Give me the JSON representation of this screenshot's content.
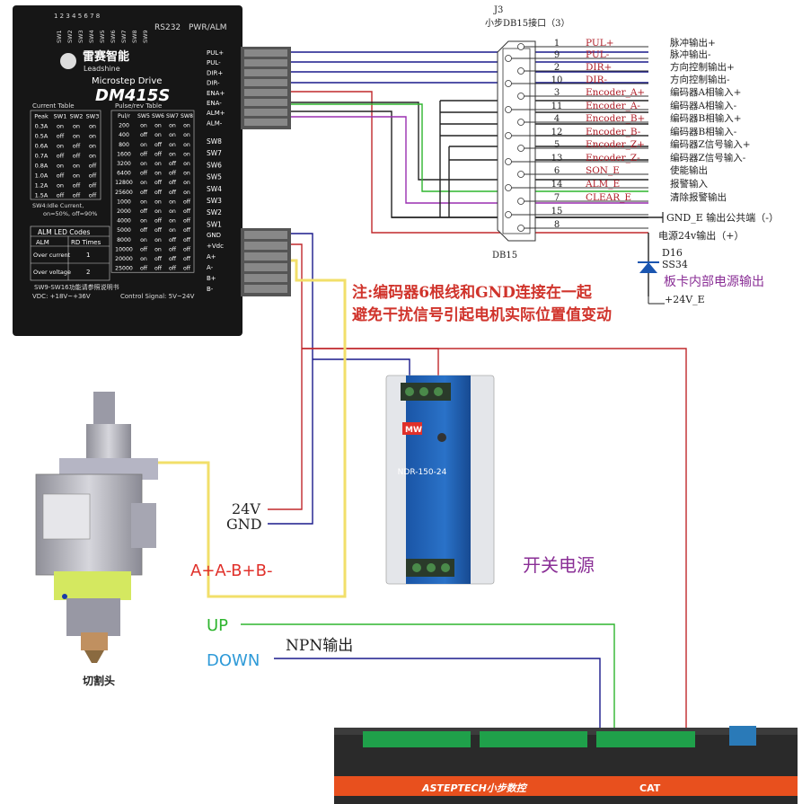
{
  "colors": {
    "blue_wire": "#1a1a8c",
    "red_wire": "#c0282c",
    "green_wire": "#2fb52f",
    "purple_wire": "#9a2fb0",
    "black_wire": "#222222",
    "yellow_wire": "#f2df6a",
    "note_red": "#d0342c",
    "ab_red": "#e0302a",
    "up_green": "#2fb52f",
    "down_blue": "#2e9ad8",
    "psu_purple": "#8a2f96",
    "driver_body": "#161616",
    "psu_blue": "#1f63b8",
    "controller_dark": "#2a2a2a",
    "controller_orange": "#e8501e"
  },
  "driver": {
    "brand_cn": "雷赛智能",
    "brand_en": "Leadshine",
    "product_line": "Microstep Drive",
    "model": "DM415S",
    "rs232": "RS232",
    "pwr_alm": "PWR/ALM",
    "sw_labels": [
      "SW1",
      "SW2",
      "SW3",
      "SW4",
      "SW5",
      "SW6",
      "SW7",
      "SW8",
      "SW9"
    ],
    "current_table_label": "Current Table",
    "pulse_table_label": "Pulse/rev Table",
    "current_headers": [
      "Peak",
      "SW1",
      "SW2",
      "SW3"
    ],
    "current_rows": [
      [
        "0.3A",
        "on",
        "on",
        "on"
      ],
      [
        "0.5A",
        "off",
        "on",
        "on"
      ],
      [
        "0.6A",
        "on",
        "off",
        "on"
      ],
      [
        "0.7A",
        "off",
        "off",
        "on"
      ],
      [
        "0.8A",
        "on",
        "on",
        "off"
      ],
      [
        "1.0A",
        "off",
        "on",
        "off"
      ],
      [
        "1.2A",
        "on",
        "off",
        "off"
      ],
      [
        "1.5A",
        "off",
        "off",
        "off"
      ]
    ],
    "pulse_headers": [
      "Pul/r",
      "SW5",
      "SW6",
      "SW7",
      "SW8"
    ],
    "pulse_rows": [
      [
        "200",
        "on",
        "on",
        "on",
        "on"
      ],
      [
        "400",
        "off",
        "on",
        "on",
        "on"
      ],
      [
        "800",
        "on",
        "off",
        "on",
        "on"
      ],
      [
        "1600",
        "off",
        "off",
        "on",
        "on"
      ],
      [
        "3200",
        "on",
        "on",
        "off",
        "on"
      ],
      [
        "6400",
        "off",
        "on",
        "off",
        "on"
      ],
      [
        "12800",
        "on",
        "off",
        "off",
        "on"
      ],
      [
        "25600",
        "off",
        "off",
        "off",
        "on"
      ],
      [
        "1000",
        "on",
        "on",
        "on",
        "off"
      ],
      [
        "2000",
        "off",
        "on",
        "on",
        "off"
      ],
      [
        "4000",
        "on",
        "off",
        "on",
        "off"
      ],
      [
        "5000",
        "off",
        "off",
        "on",
        "off"
      ],
      [
        "8000",
        "on",
        "on",
        "off",
        "off"
      ],
      [
        "10000",
        "off",
        "on",
        "off",
        "off"
      ],
      [
        "20000",
        "on",
        "off",
        "off",
        "off"
      ],
      [
        "25000",
        "off",
        "off",
        "off",
        "off"
      ]
    ],
    "sw_side_labels": [
      "SW8",
      "SW7",
      "SW6",
      "SW5",
      "SW4",
      "SW3",
      "SW2",
      "SW1"
    ],
    "sw4_note_1": "SW4:Idle Current,",
    "sw4_note_2": "on=50%, off=90%",
    "alm_title": "ALM LED Codes",
    "alm_headers": [
      "ALM",
      "RD Times"
    ],
    "alm_row1": [
      "Over current",
      "1"
    ],
    "alm_row2": [
      "Over voltage",
      "2"
    ],
    "footnote": "SW9-SW16功能请参照说明书",
    "vdc": "VDC: +18V~+36V",
    "control_signal": "Control Signal: 5V~24V",
    "terminals_top": [
      "PUL+",
      "PUL-",
      "DIR+",
      "DIR-",
      "ENA+",
      "ENA-",
      "ALM+",
      "ALM-"
    ],
    "terminals_bottom": [
      "GND",
      "+Vdc",
      "A+",
      "A-",
      "B+",
      "B-"
    ]
  },
  "db15": {
    "ref": "J3",
    "title": "小步DB15接口（3）",
    "footer": "DB15",
    "pins": [
      {
        "pin": "1",
        "signal": "PUL+",
        "desc": "脉冲输出+"
      },
      {
        "pin": "9",
        "signal": "PUL-",
        "desc": "脉冲输出-"
      },
      {
        "pin": "2",
        "signal": "DIR+",
        "desc": "方向控制输出+"
      },
      {
        "pin": "10",
        "signal": "DIR-",
        "desc": "方向控制输出-"
      },
      {
        "pin": "3",
        "signal": "Encoder_A+",
        "desc": "编码器A相输入+"
      },
      {
        "pin": "11",
        "signal": "Encoder_A-",
        "desc": "编码器A相输入-"
      },
      {
        "pin": "4",
        "signal": "Encoder_B+",
        "desc": "编码器B相输入+"
      },
      {
        "pin": "12",
        "signal": "Encoder_B-",
        "desc": "编码器B相输入-"
      },
      {
        "pin": "5",
        "signal": "Encoder_Z+",
        "desc": "编码器Z信号输入+"
      },
      {
        "pin": "13",
        "signal": "Encoder_Z-",
        "desc": "编码器Z信号输入-"
      },
      {
        "pin": "6",
        "signal": "SON_E",
        "desc": "使能输出"
      },
      {
        "pin": "14",
        "signal": "ALM_E",
        "desc": "报警输入"
      },
      {
        "pin": "7",
        "signal": "CLEAR_E",
        "desc": "清除报警输出"
      },
      {
        "pin": "15",
        "signal": "",
        "desc": ""
      },
      {
        "pin": "8",
        "signal": "",
        "desc": ""
      }
    ],
    "gnd_label": "GND_E 输出公共端（-）",
    "power_out_label": "电源24v输出（+）",
    "diode_ref": "D16",
    "diode_part": "SS34",
    "internal_power": "板卡内部电源输出",
    "v24_label": "+24V_E"
  },
  "note": {
    "line1": "注:编码器6根线和GND连接在一起",
    "line2": "避免干扰信号引起电机实际位置值变动"
  },
  "labels": {
    "v24": "24V",
    "gnd": "GND",
    "ab_phase": "A+A-B+B-",
    "up": "UP",
    "down": "DOWN",
    "npn": "NPN输出",
    "cutting_head": "切割头",
    "psu": "开关电源"
  },
  "psu": {
    "brand": "MW",
    "model": "NDR-150-24"
  },
  "controller": {
    "brand": "ASTEPTECH小步数控",
    "tag": "CAT"
  }
}
